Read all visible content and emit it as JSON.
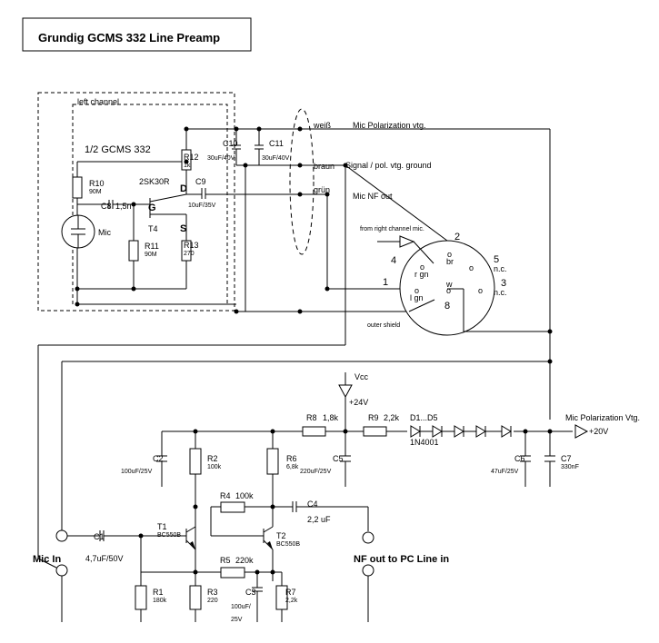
{
  "title": "Grundig GCMS 332 Line Preamp",
  "left_channel": {
    "label": "left channel",
    "half": "1/2  GCMS 332",
    "R10": "R10",
    "R10_val": "90M",
    "C8": "C8",
    "C8_val": "1,5n",
    "mic": "Mic",
    "fet": "2SK30R",
    "G": "G",
    "D": "D",
    "S": "S",
    "T4": "T4",
    "R11": "R11",
    "R11_val": "90M",
    "R12": "R12",
    "R12_val": "1k",
    "R13": "R13",
    "R13_val": "270",
    "C9": "C9",
    "C9_val": "10uF/35V",
    "C10": "C10",
    "C10_val": "30uF/40V",
    "C11": "C11",
    "C11_val": "30uF/40V"
  },
  "cable": {
    "weiss": "weiß",
    "braun": "braun",
    "gruen": "grün",
    "mic_pol": "Mic Polarization vtg.",
    "signal": "Signal / pol. vtg. ground",
    "nf_out": "Mic NF out",
    "from_right": "from right channel mic.",
    "outer_shield": "outer shield"
  },
  "connector": {
    "p1": "1",
    "p2": "2",
    "p3": "3",
    "p4": "4",
    "p5": "5",
    "p8": "8",
    "nc5": "n.c.",
    "nc3": "n.c.",
    "o": "o",
    "br": "br",
    "rgn": "r gn",
    "w": "w",
    "lgn": "l gn"
  },
  "supply": {
    "vcc": "Vcc",
    "v24": "+24V",
    "R8": "R8",
    "R8_val": "1,8k",
    "R9": "R9",
    "R9_val": "2,2k",
    "D": "D1...D5",
    "D_type": "1N4001",
    "mic_pol_vtg": "Mic Polarization Vtg.",
    "v20": "+20V",
    "C2": "C2",
    "C2_val": "100uF/25V",
    "C5": "C5",
    "C5_val": "220uF/25V",
    "C6": "C6",
    "C6_val": "47uF/25V",
    "C7": "C7",
    "C7_val": "330nF"
  },
  "amp": {
    "R2": "R2",
    "R2_val": "100k",
    "R6": "R6",
    "R6_val": "6,8k",
    "R4": "R4",
    "R4_val": "100k",
    "C4": "C4",
    "C4_val": "2,2 uF",
    "C1": "C1",
    "C1_val": "4,7uF/50V",
    "T1": "T1",
    "T1_type": "BC550B",
    "T2": "T2",
    "T2_type": "BC550B",
    "R5": "R5",
    "R5_val": "220k",
    "R1": "R1",
    "R1_val": "180k",
    "R3": "R3",
    "R3_val": "220",
    "C3": "C3",
    "C3_val": "100uF/",
    "C3_val2": "25V",
    "R7": "R7",
    "R7_val": "2,2k",
    "mic_in": "Mic In",
    "nf_out_pc": "NF out to PC Line in",
    "plus": "+"
  }
}
